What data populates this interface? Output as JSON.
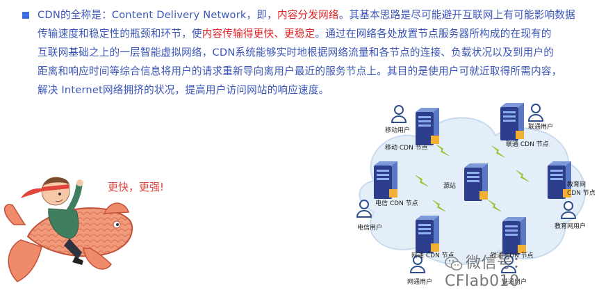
{
  "intro": {
    "l1a": "CDN的全称是：Content Delivery Network，即，",
    "l1hl": "内容分发网络",
    "l1b": "。其基本思路是尽可能避开互联网上有可能影响数据",
    "l2a": "传输速度和稳定性的瓶颈和环节，使",
    "l2hl": "内容传输得更快、更稳定",
    "l2b": "。通过在网络各处放置节点服务器所构成的在现有的",
    "l3": "互联网基础之上的一层智能虚拟网络，CDN系统能够实时地根据网络流量和各节点的连接、负载状况以及到用户的",
    "l4": "距离和响应时间等综合信息将用户的请求重新导向离用户最近的服务节点上。其目的是使用户可就近取得所需内容，",
    "l5": "解决 Internet网络拥挤的状况，提高用户访问网站的响应速度。"
  },
  "slogan": "更快，更强!",
  "diagram": {
    "origin": "源站",
    "nodes": {
      "mobile": "移动 CDN 节点",
      "unicom": "联通 CDN 节点",
      "telecom": "电信 CDN 节点",
      "edu": [
        "教育网",
        "CDN 节点"
      ],
      "netcom": "网通 CDN 节点",
      "railway": "铁通 CDN 节点"
    },
    "users": {
      "mobile": "移动用户",
      "unicom": "联通用户",
      "telecom": "电信用户",
      "edu": "教育网用户",
      "netcom": "网通用户",
      "railway": "铁通用户"
    }
  },
  "watermark": "微信号：CFlab010",
  "colors": {
    "text": "#3a55b8",
    "highlight": "#e0242a",
    "bullet": "#3d6fe0",
    "cloud": "#e3eef8",
    "bolt": "#a8d61a"
  }
}
